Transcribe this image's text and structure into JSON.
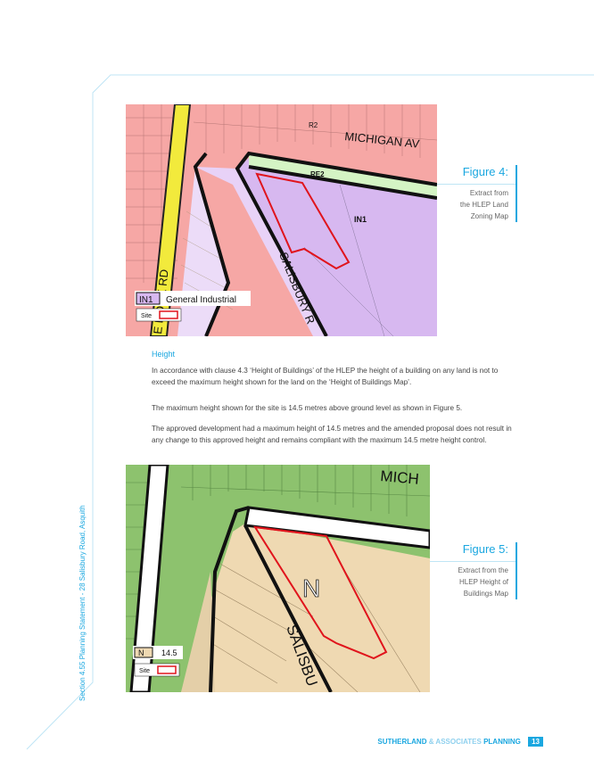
{
  "figure4": {
    "title": "Figure 4:",
    "desc_lines": [
      "Extract from",
      "the HLEP Land",
      "Zoning Map"
    ],
    "map_labels": {
      "r2": "R2",
      "road_north": "MICHIGAN AV",
      "re2": "RE2",
      "in1": "IN1",
      "road_west": "E DOOK RD",
      "road_south": "SALISBURY R"
    },
    "legend": {
      "code": "IN1",
      "label": "General Industrial",
      "site": "Site"
    }
  },
  "section_heading": "Height",
  "paragraphs": [
    "In accordance with clause 4.3 ‘Height of Buildings’ of the HLEP the height of a building on any land is not to exceed the maximum height shown for the land on the ‘Height of Buildings Map’.",
    "The maximum height shown for the site is 14.5 metres above ground level as shown in Figure 5.",
    "The approved development had a maximum height of 14.5 metres and the amended proposal does not result in any change to this approved height and remains compliant with the maximum 14.5 metre height control."
  ],
  "figure5": {
    "title": "Figure 5:",
    "desc_lines": [
      "Extract from the",
      "HLEP Height of",
      "Buildings Map"
    ],
    "map_labels": {
      "road_north": "MICH",
      "zone": "N",
      "road_south": "SALISBU"
    },
    "legend": {
      "code": "N",
      "value": "14.5",
      "site": "Site"
    }
  },
  "side_text": "Section 4.55 Planning Statement - 28 Salisbury Road, Asquith",
  "footer": {
    "brand1": "SUTHERLAND",
    "brand2": "& ASSOCIATES",
    "brand3": "PLANNING",
    "page": "13"
  },
  "colors": {
    "accent": "#1aa7e0",
    "zone_r2": "#f6a7a5",
    "zone_in1": "#d7b8f0",
    "zone_in1_light": "#ecdcf8",
    "zone_re2": "#d4f4c4",
    "road_yellow": "#f2ea3c",
    "height_green": "#8dc26e",
    "height_n": "#efd9b2",
    "site_red": "#e0141c"
  }
}
